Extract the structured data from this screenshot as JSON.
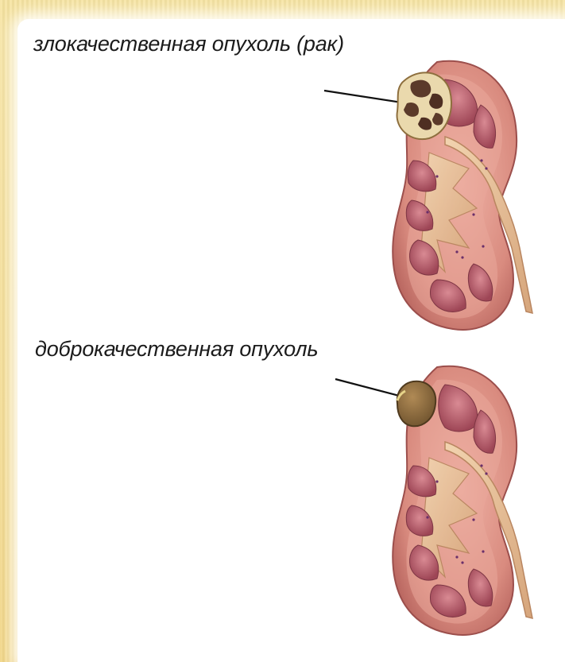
{
  "labels": {
    "malignant": "злокачественная опухоль (рак)",
    "benign": "доброкачественная опухоль"
  },
  "colors": {
    "background": "#f3d98a",
    "canvas": "#ffffff",
    "cortex": "#d98b7f",
    "medulla_pyramid": "#b45b66",
    "pelvis": "#e9c29a",
    "malignant_tumor": "#e8d7a9",
    "benign_tumor": "#8a6a3f"
  },
  "icons": {
    "kidney_top": "kidney-malignant-tumor-illustration",
    "kidney_bottom": "kidney-benign-tumor-illustration"
  }
}
